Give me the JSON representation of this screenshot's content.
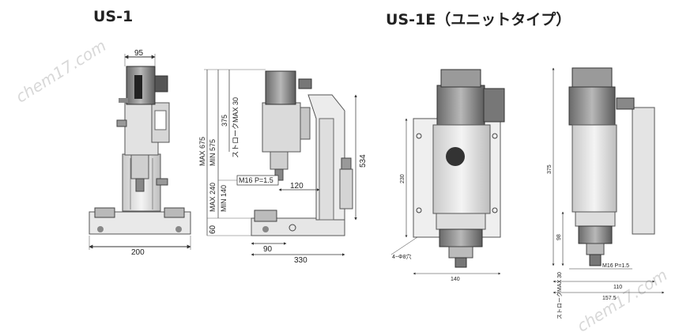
{
  "titles": {
    "left": "US-1",
    "right": "US-1E（ユニットタイプ）"
  },
  "us1": {
    "dim_top_width": "95",
    "dim_base_width": "200",
    "dim_max_675": "MAX 675",
    "dim_min_575": "MIN 575",
    "dim_375": "375",
    "dim_stroke": "ストロークMAX 30",
    "dim_thread": "M16 P=1.5",
    "dim_max_240": "MAX 240",
    "dim_min_140": "MIN 140",
    "dim_120": "120",
    "dim_534": "534",
    "dim_60": "60",
    "dim_90": "90",
    "dim_330": "330"
  },
  "us1e": {
    "dim_230": "230",
    "dim_375": "375",
    "dim_98": "98",
    "dim_holes": "4−Φ8穴",
    "dim_140": "140",
    "dim_thread": "M16 P=1.5",
    "dim_stroke": "ストロークMAX 30",
    "dim_110": "110",
    "dim_157": "157.5"
  },
  "watermarks": [
    "chem17.com",
    "chem17.com"
  ]
}
